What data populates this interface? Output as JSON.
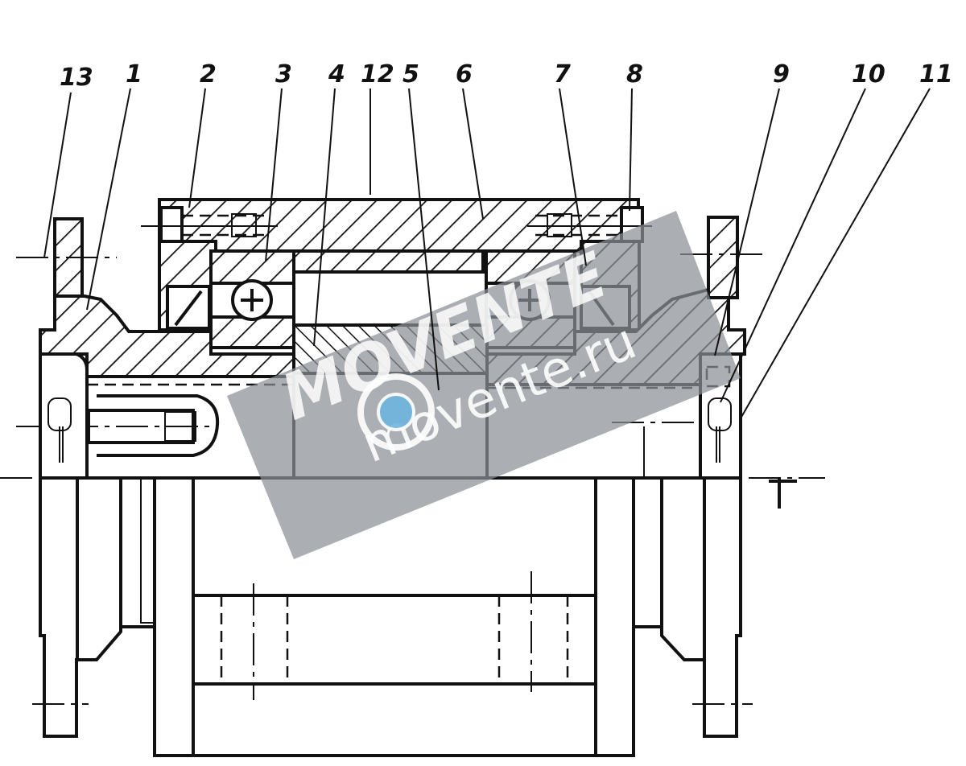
{
  "callouts": [
    {
      "id": "13",
      "text": "13"
    },
    {
      "id": "1",
      "text": "1"
    },
    {
      "id": "2",
      "text": "2"
    },
    {
      "id": "3",
      "text": "3"
    },
    {
      "id": "4",
      "text": "4"
    },
    {
      "id": "12",
      "text": "12"
    },
    {
      "id": "5",
      "text": "5"
    },
    {
      "id": "6",
      "text": "6"
    },
    {
      "id": "7",
      "text": "7"
    },
    {
      "id": "8",
      "text": "8"
    },
    {
      "id": "9",
      "text": "9"
    },
    {
      "id": "10",
      "text": "10"
    },
    {
      "id": "11",
      "text": "11"
    }
  ],
  "watermark": {
    "brand": "MOVENTE",
    "site": "movente.ru",
    "color": "#8a8f94"
  }
}
